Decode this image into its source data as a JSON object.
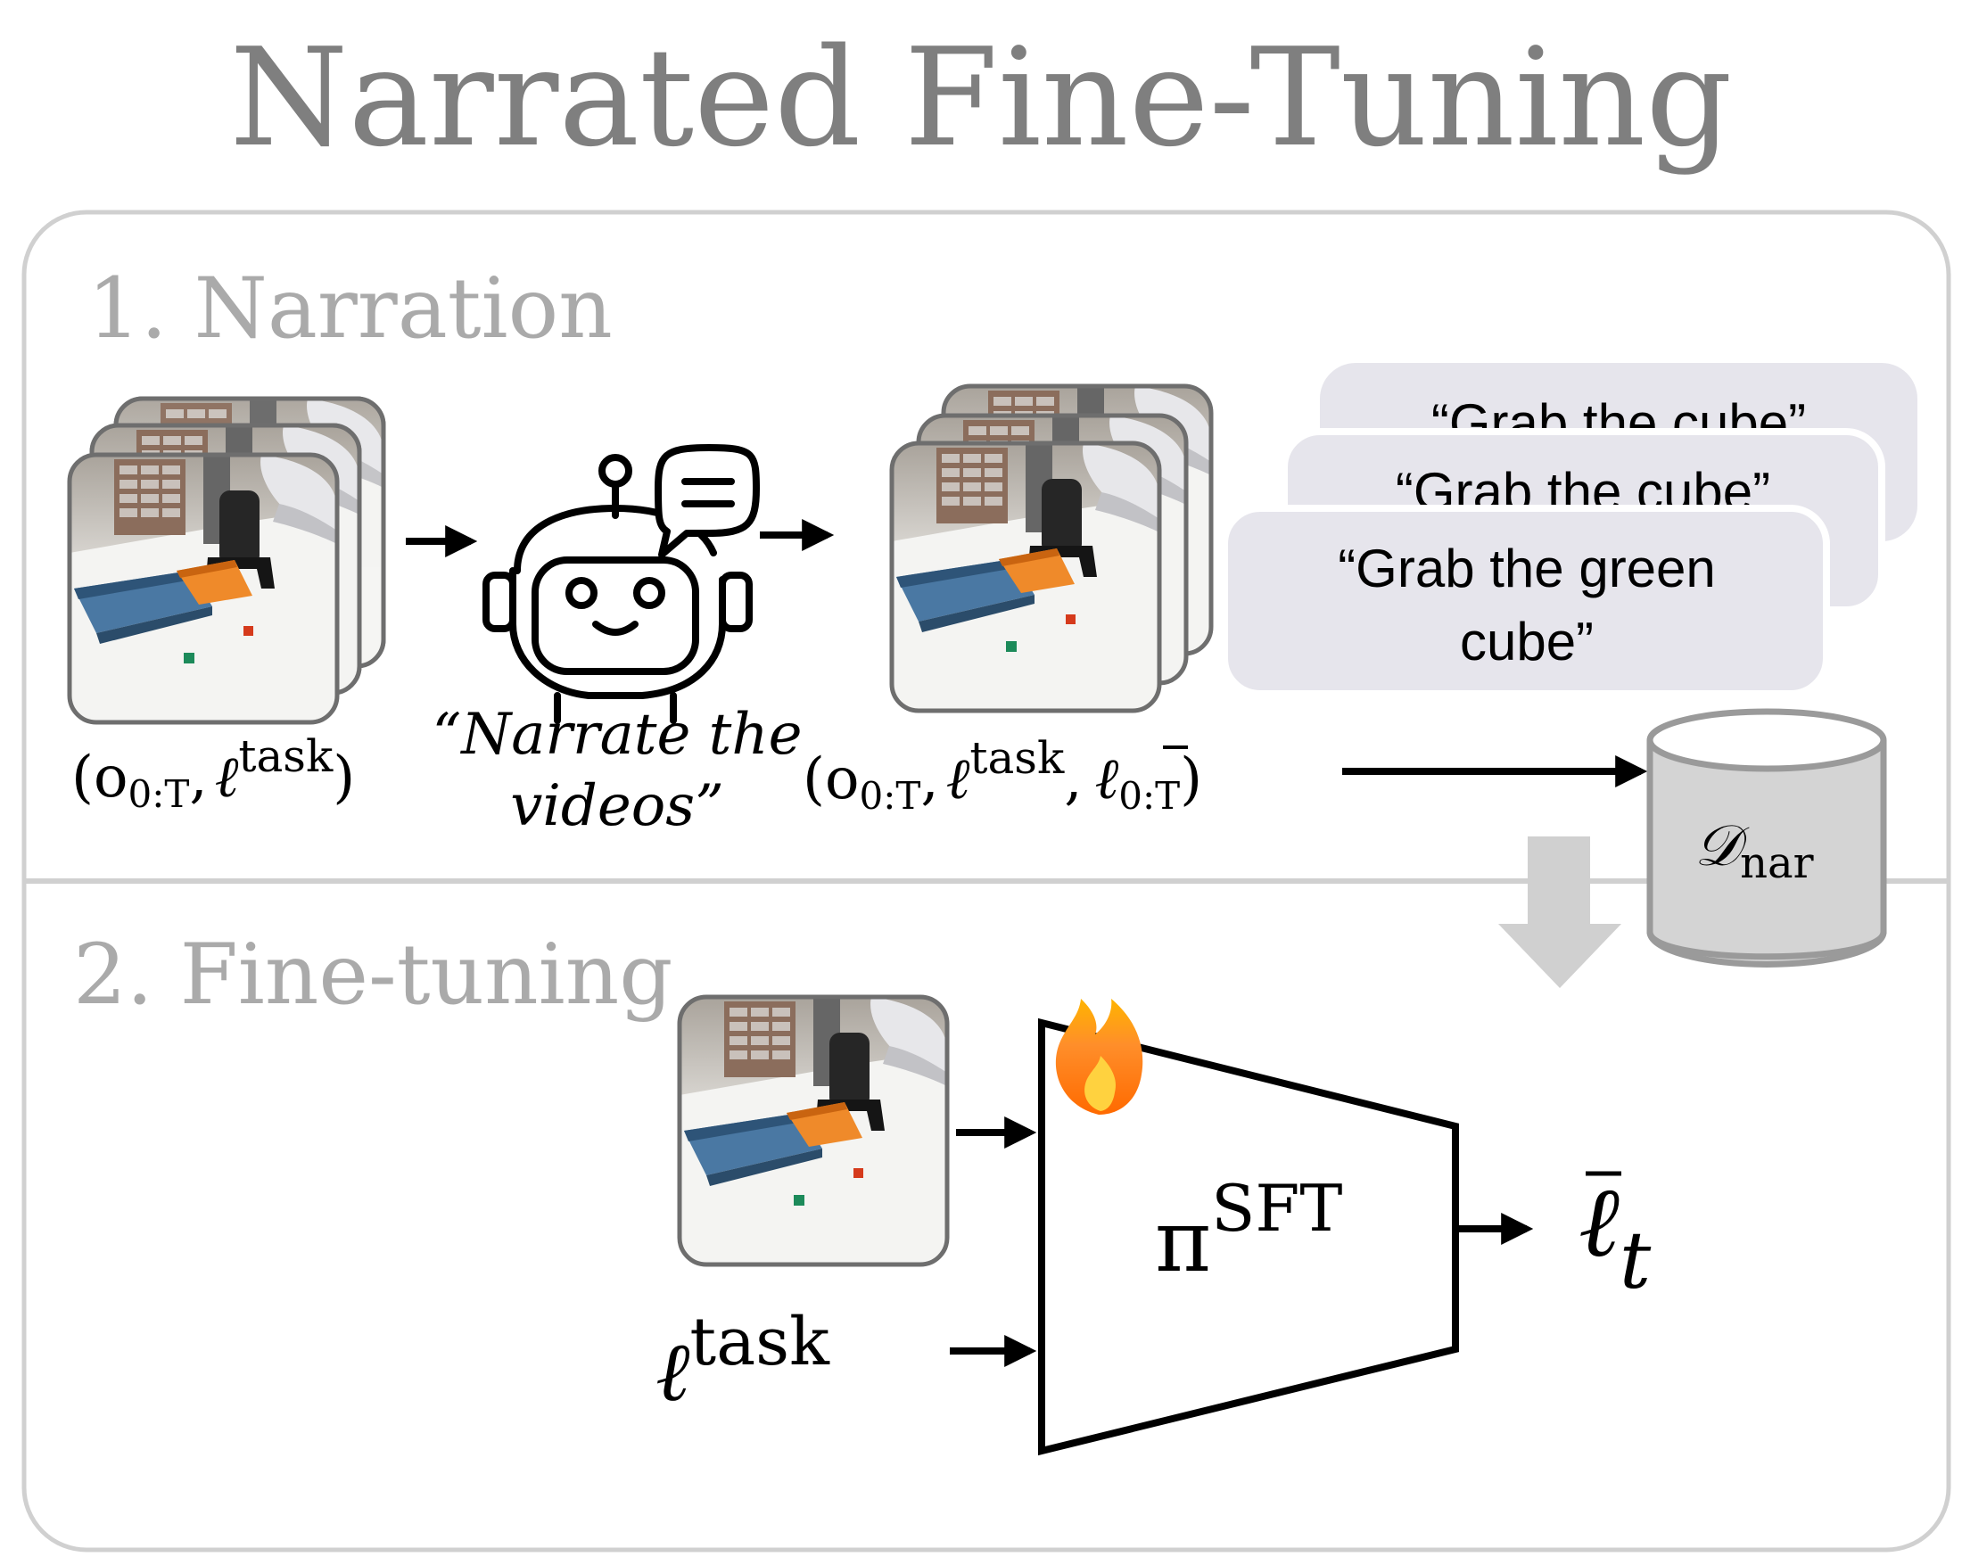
{
  "title": "Narrated Fine-Tuning",
  "section1": {
    "heading": "1. Narration",
    "input_label": {
      "o": "(o",
      "o_sub": "0:T",
      "comma": ",",
      "ell": "ℓ",
      "ell_sup": "task",
      "close": ")"
    },
    "prompt_line1": "“Narrate the",
    "prompt_line2": "videos”",
    "output_label": {
      "o": "(o",
      "o_sub": "0:T",
      "comma": ",",
      "ell": "ℓ",
      "ell_sup": "task",
      "comma2": ",",
      "lbar": "ℓ",
      "lbar_sub": "0:T",
      "close": ")"
    },
    "bubbles": [
      {
        "line1": "“Grab the cube”"
      },
      {
        "line1": "“Grab the cube”"
      },
      {
        "line1": "“Grab the green",
        "line2": "cube”"
      }
    ],
    "dataset": {
      "symbol": "𝒟",
      "sub": "nar"
    }
  },
  "section2": {
    "heading": "2. Fine-tuning",
    "ell_input": {
      "ell": "ℓ",
      "sup": "task"
    },
    "policy": {
      "pi": "π",
      "sup": "SFT"
    },
    "output": {
      "ell": "ℓ",
      "sub": "t"
    }
  },
  "colors": {
    "title": "#7f7f7f",
    "heading": "#aaaaaa",
    "panel_border": "#d0d0d0",
    "bubble_fill": "#e6e5ec",
    "dataset_fill": "#d4d4d4",
    "dataset_stroke": "#9a9a9a",
    "arrow": "#000000",
    "flow_arrow": "#d0d0d0",
    "table": "#f4f4f2",
    "blue_bin": "#3f6a92",
    "orange_bin": "#e57c1e",
    "green_cube": "#1c8a5a",
    "red_cube": "#d53a1c"
  },
  "icons": [
    "robot-bot-icon",
    "speech-bubble-icon",
    "fire-icon",
    "database-cylinder-icon"
  ]
}
